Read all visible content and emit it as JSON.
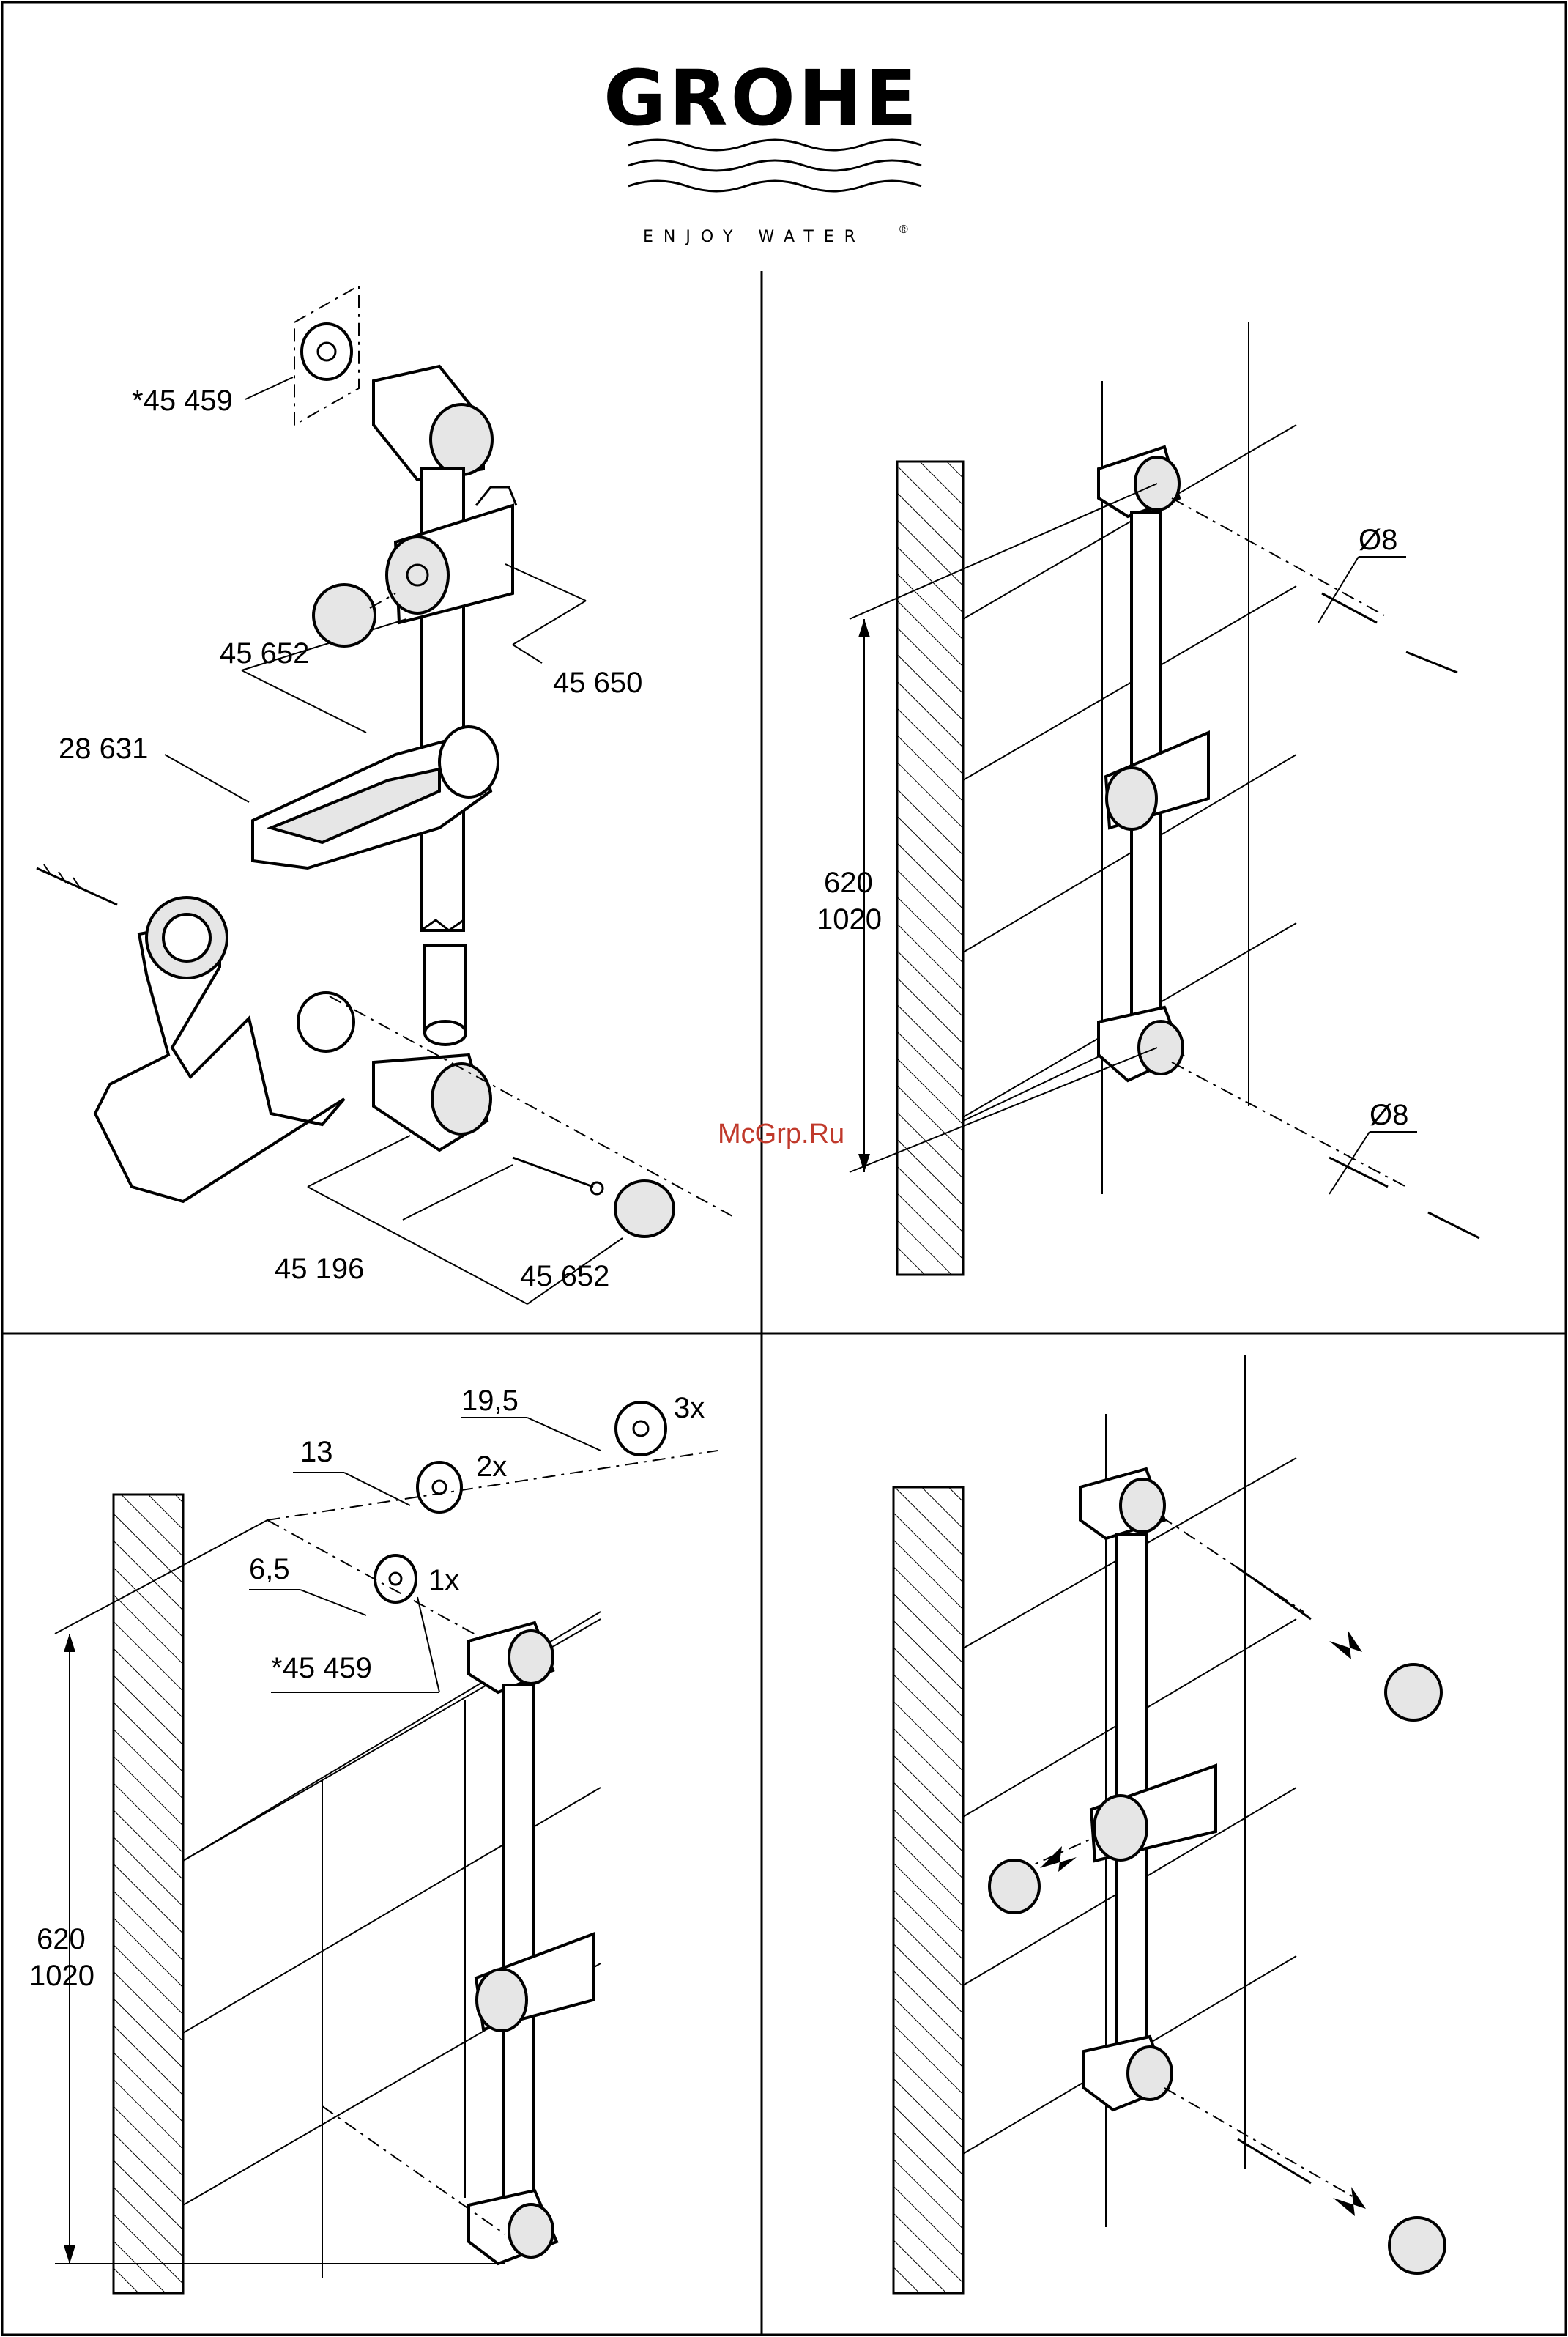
{
  "brand": {
    "name": "GROHE",
    "tagline": "ENJOY WATER",
    "registered_mark": "®"
  },
  "watermark": "McGrp.Ru",
  "panel_parts": {
    "labels": {
      "wall_plate": "*45 459",
      "cap_left": "45 652",
      "slider": "45 650",
      "soap_dish": "28 631",
      "end_bracket": "45 196",
      "cap_bottom": "45 652"
    }
  },
  "panel_wall_drill": {
    "heights": [
      "620",
      "1020"
    ],
    "drill_top": "Ø8",
    "drill_bottom": "Ø8"
  },
  "panel_spacers": {
    "spacers": [
      {
        "size": "19,5",
        "qty": "3x"
      },
      {
        "size": "13",
        "qty": "2x"
      },
      {
        "size": "6,5",
        "qty": "1x"
      }
    ],
    "part_label": "*45 459",
    "heights": [
      "620",
      "1020"
    ]
  },
  "panel_caps": {}
}
